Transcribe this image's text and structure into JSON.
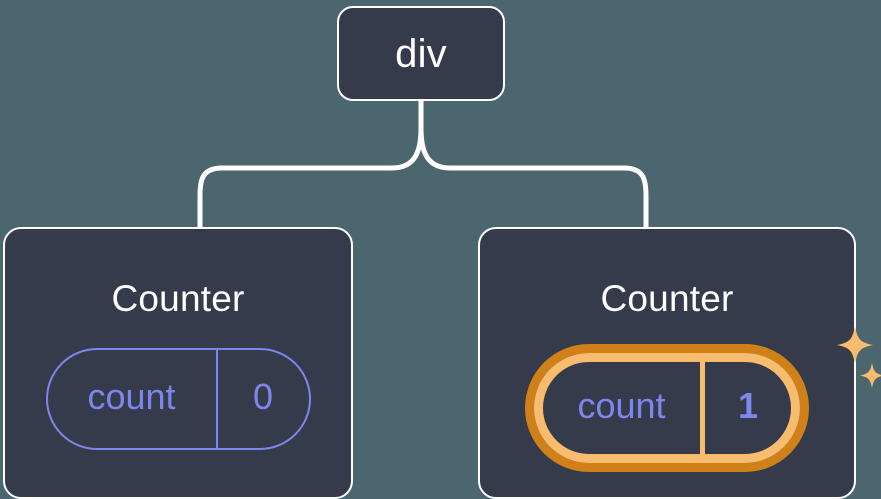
{
  "diagram": {
    "background_color": "#4c6670",
    "card_fill": "#353b4a",
    "card_border": "#ffffff",
    "connector_color": "#ffffff",
    "state_color": "#7d86ec",
    "highlight_outer_color": "#cf8019",
    "highlight_inner_color": "#f8bc6e",
    "sparkle_color": "#f8bc6e"
  },
  "root": {
    "label": "div"
  },
  "children": [
    {
      "label": "Counter",
      "state": {
        "key": "count",
        "value": "0"
      },
      "highlighted": false
    },
    {
      "label": "Counter",
      "state": {
        "key": "count",
        "value": "1"
      },
      "highlighted": true
    }
  ]
}
